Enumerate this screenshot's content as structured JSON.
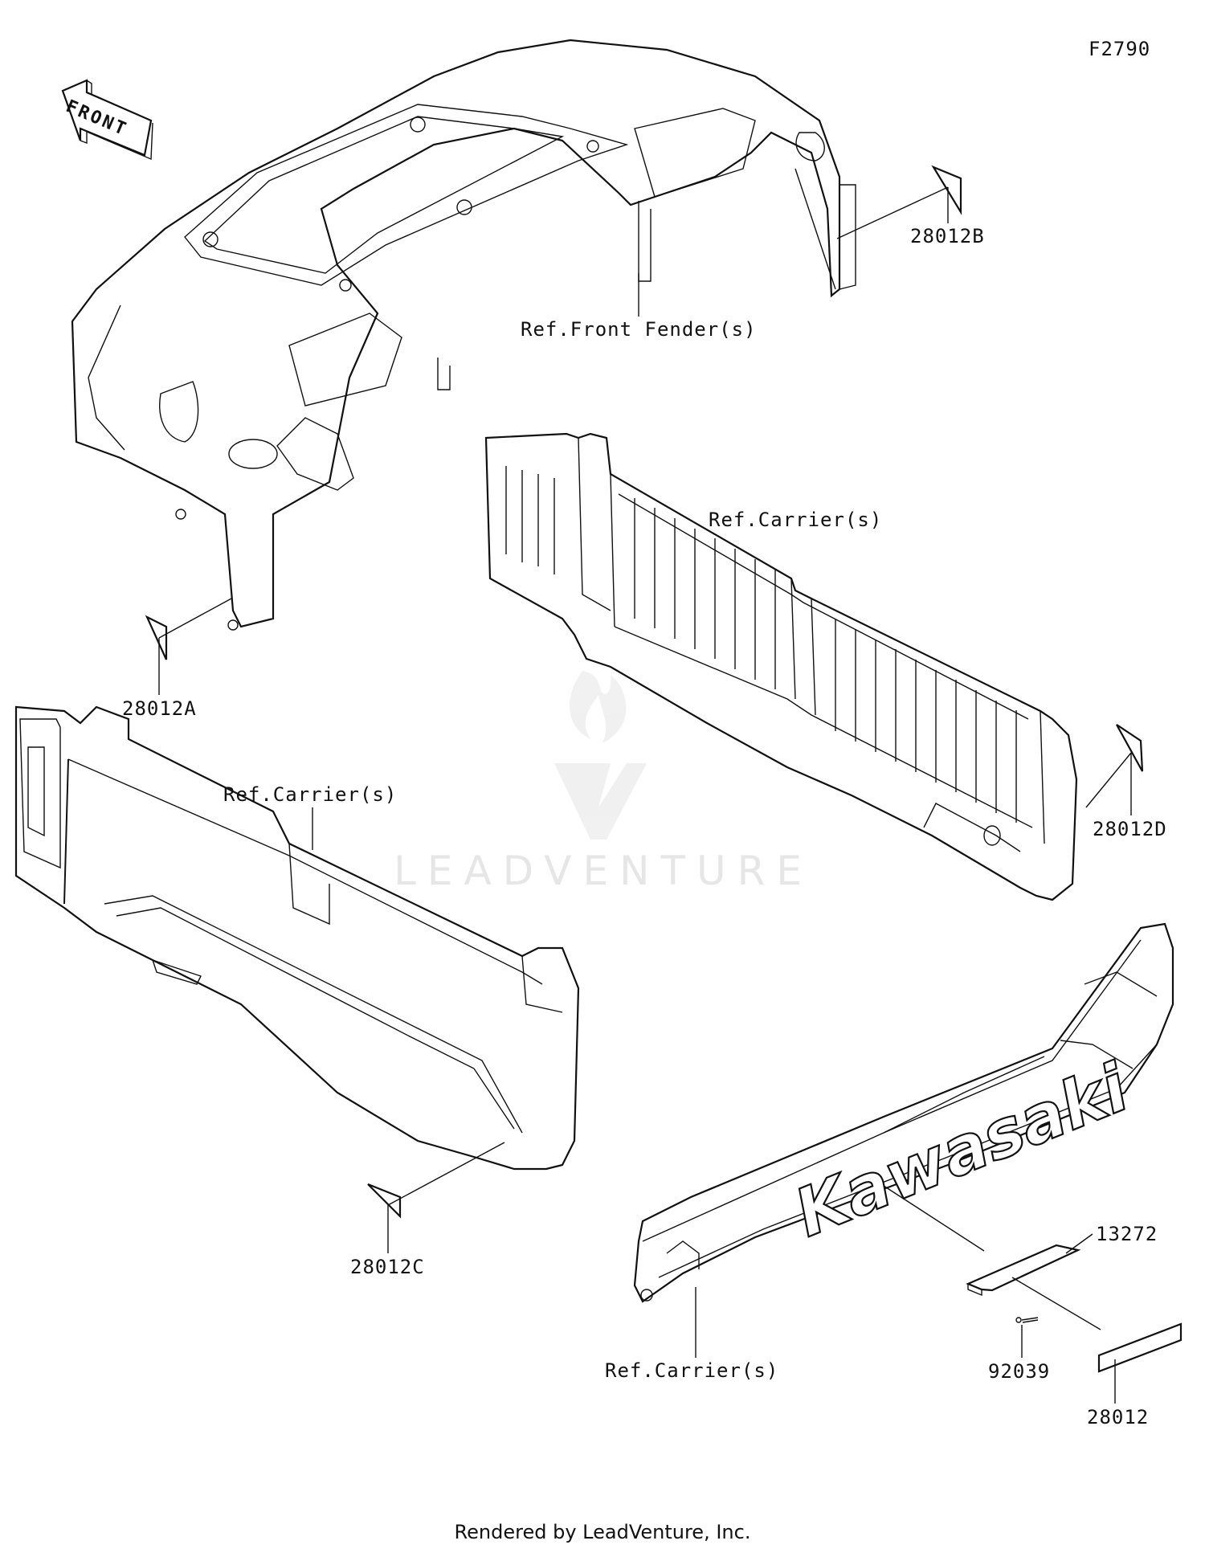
{
  "diagram_id": "F2790",
  "front_label": "FRONT",
  "watermark": "LEADVENTURE",
  "footer": "Rendered by LeadVenture, Inc.",
  "brand_mark": "Kawasaki",
  "callouts": {
    "p28012B": "28012B",
    "ref_front_fender": "Ref.Front Fender(s)",
    "p28012A": "28012A",
    "ref_carrier_top": "Ref.Carrier(s)",
    "ref_carrier_left": "Ref.Carrier(s)",
    "p28012D": "28012D",
    "p28012C": "28012C",
    "p13272": "13272",
    "p92039": "92039",
    "ref_carrier_bottom": "Ref.Carrier(s)",
    "p28012": "28012"
  }
}
